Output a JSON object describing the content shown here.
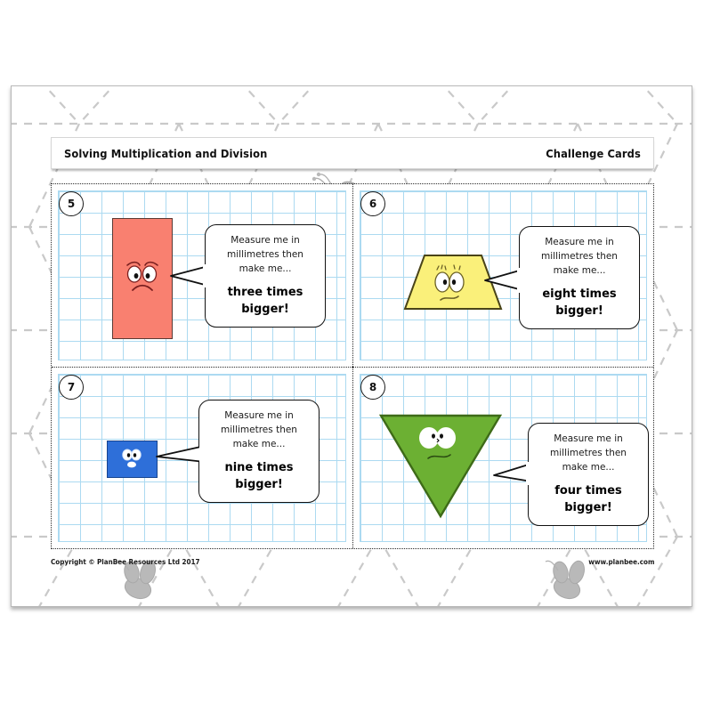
{
  "header": {
    "title": "Solving Multiplication and Division",
    "right_label": "Challenge Cards"
  },
  "prompt": {
    "line1": "Measure me in",
    "line2": "millimetres then",
    "line3": "make me..."
  },
  "cards": [
    {
      "number": "5",
      "shape": "rectangle-portrait",
      "shape_color": "#F98070",
      "shape_border": "#5A3A34",
      "face": "angry",
      "line1": "Measure me in",
      "line2": "millimetres then",
      "line3": "make me...",
      "answer_line1": "three times",
      "answer_line2": "bigger!"
    },
    {
      "number": "6",
      "shape": "trapezoid",
      "shape_color": "#FAF07A",
      "shape_border": "#4A4418",
      "face": "sad",
      "line1": "Measure me in",
      "line2": "millimetres then",
      "line3": "make me...",
      "answer_line1": "eight times",
      "answer_line2": "bigger!"
    },
    {
      "number": "7",
      "shape": "rectangle-landscape",
      "shape_color": "#2E6FD9",
      "shape_border": "#16448F",
      "face": "surprised",
      "line1": "Measure me in",
      "line2": "millimetres then",
      "line3": "make me...",
      "answer_line1": "nine times",
      "answer_line2": "bigger!"
    },
    {
      "number": "8",
      "shape": "triangle-inverted",
      "shape_color": "#6CB033",
      "shape_border": "#3E6B18",
      "face": "worried",
      "line1": "Measure me in",
      "line2": "millimetres then",
      "line3": "make me...",
      "answer_line1": "four times",
      "answer_line2": "bigger!"
    }
  ],
  "footer": {
    "copyright": "Copyright © PlanBee Resources Ltd 2017",
    "website": "www.planbee.com"
  },
  "colors": {
    "grid_line": "#9ED4EF",
    "watermark": "#C9C9C9",
    "page_border": "#B8B8B8"
  }
}
